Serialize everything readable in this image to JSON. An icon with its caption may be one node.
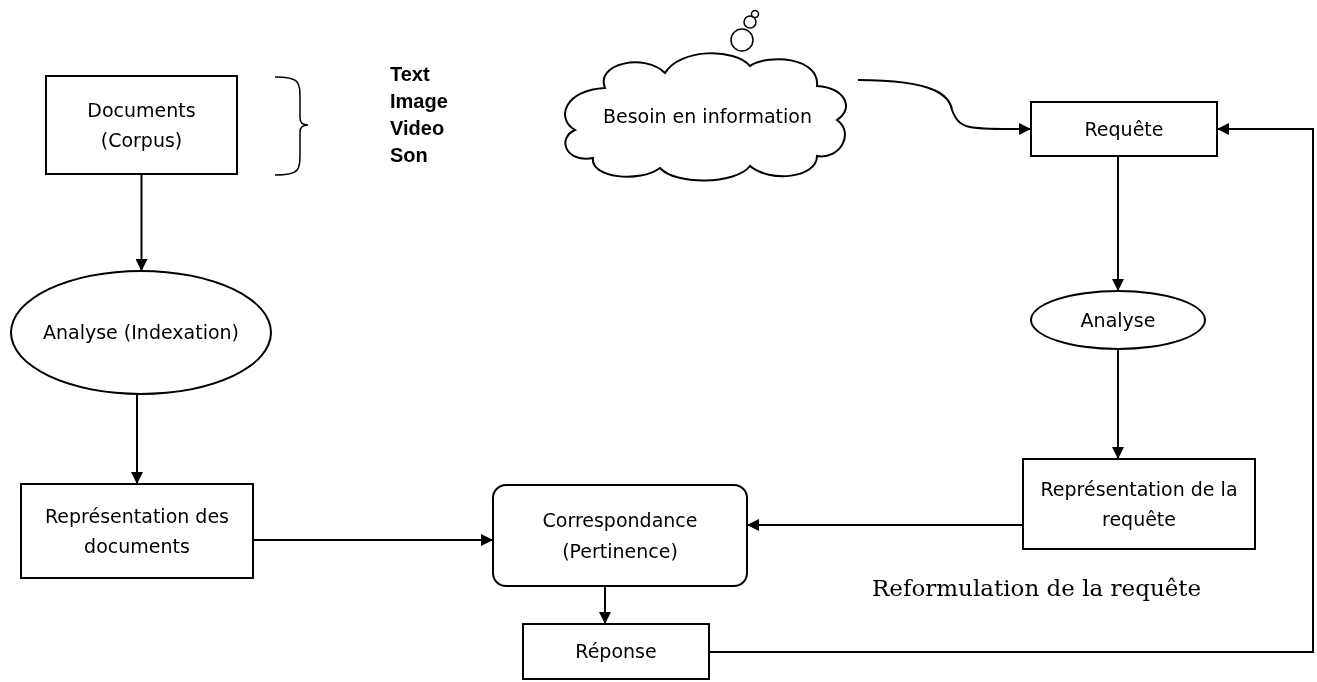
{
  "diagram": {
    "nodes": [
      {
        "text": [
          "Documents (Corpus)"
        ]
      },
      {
        "text": [
          "Besoin en information"
        ]
      },
      {
        "text": [
          "Requête"
        ]
      },
      {
        "text": [
          "Analyse (Indexation)"
        ]
      },
      {
        "text": [
          "Analyse"
        ]
      },
      {
        "text": [
          "Représentation des documents"
        ]
      },
      {
        "text": [
          "Correspondance (Pertinence)"
        ]
      },
      {
        "text": [
          "Représentation de la requête"
        ]
      },
      {
        "text": [
          "Réponse"
        ]
      }
    ],
    "edges": [
      {
        "from": 0,
        "to": 3,
        "arrow": "to"
      },
      {
        "from": 3,
        "to": 5,
        "arrow": "to"
      },
      {
        "from": 1,
        "to": 2,
        "arrow": "to"
      },
      {
        "from": 2,
        "to": 4,
        "arrow": "to"
      },
      {
        "from": 4,
        "to": 7,
        "arrow": "to"
      },
      {
        "from": 5,
        "to": 6,
        "arrow": "to"
      },
      {
        "from": 7,
        "to": 6,
        "arrow": "to"
      },
      {
        "from": 6,
        "to": 8,
        "arrow": "to"
      },
      {
        "from": 8,
        "to": 2,
        "arrow": "to",
        "label": "Reformulation de la requête"
      }
    ],
    "labels": [
      "Text",
      "Image",
      "Video",
      "Son"
    ]
  }
}
